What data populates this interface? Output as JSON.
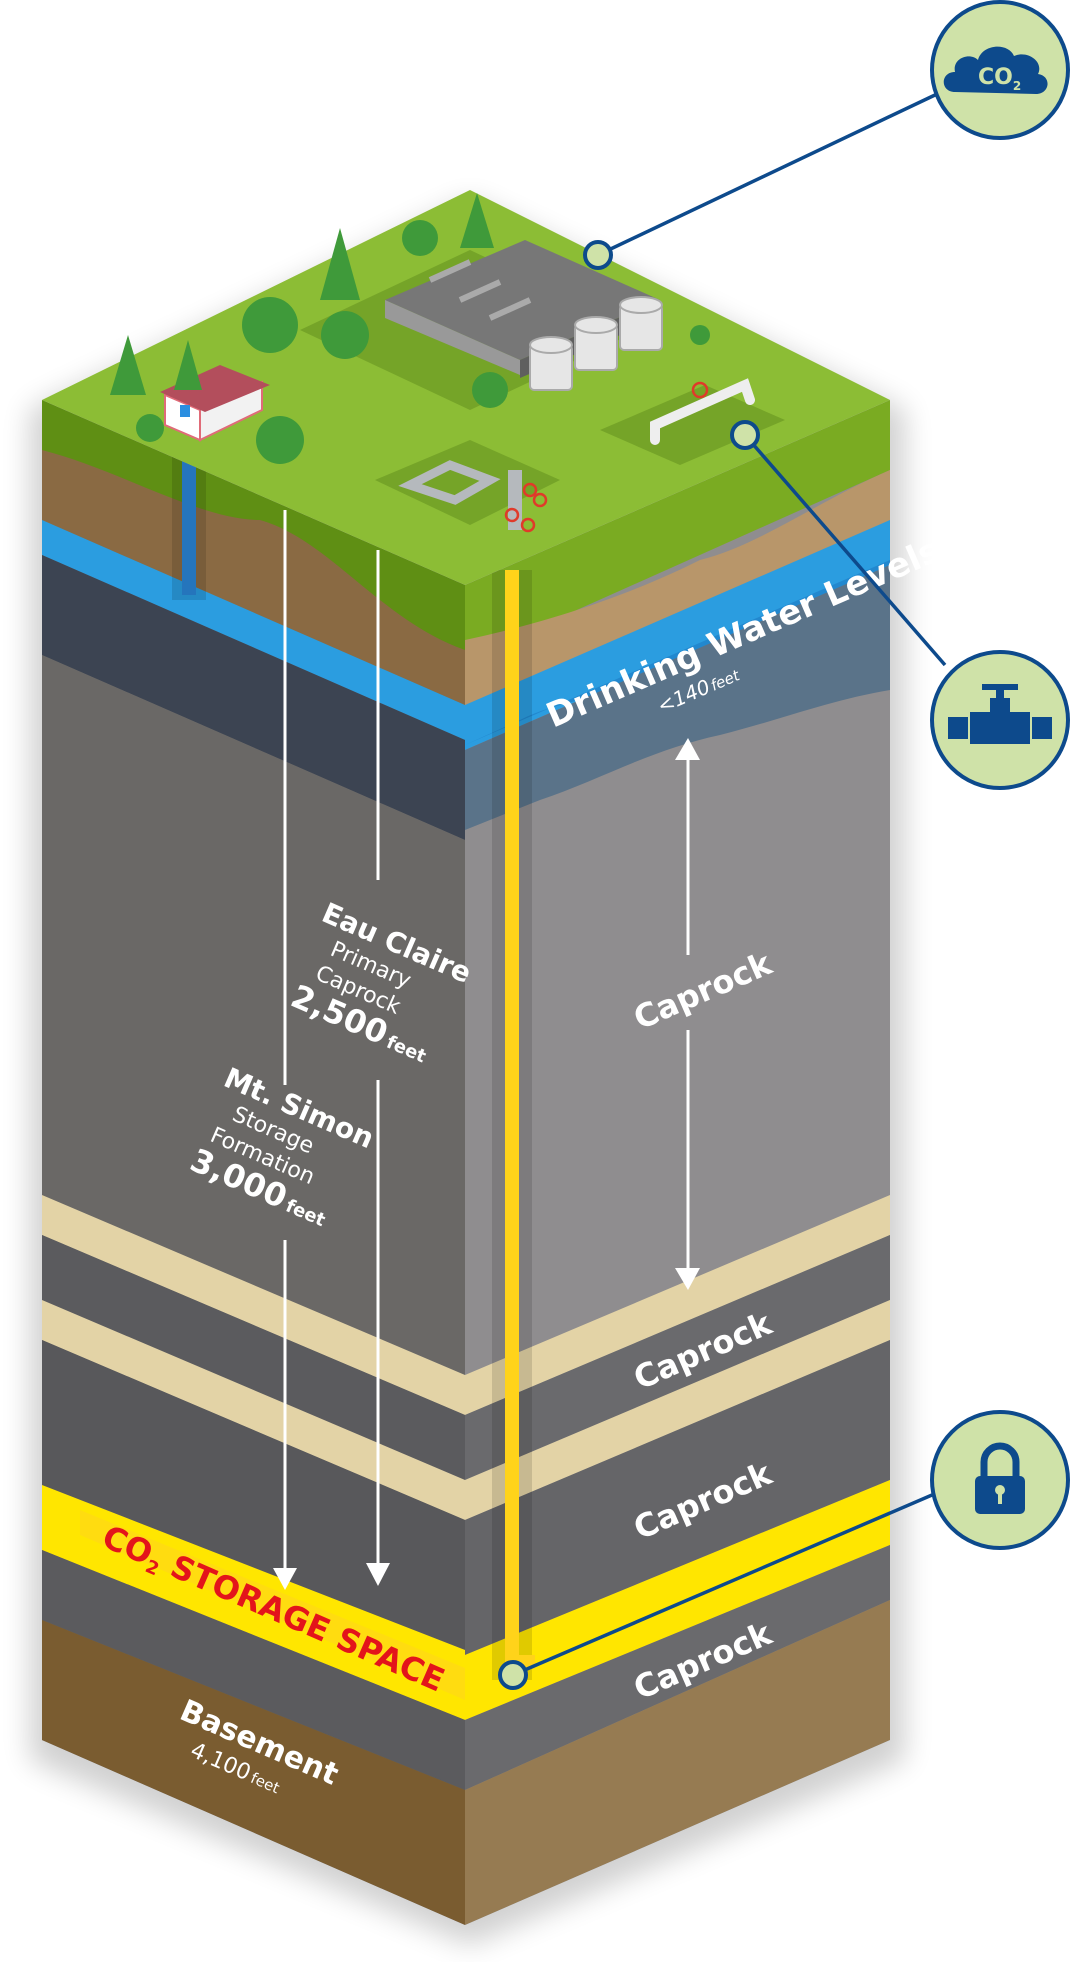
{
  "title": "CO2 Storage Geology Cross-Section",
  "colors": {
    "grass_top": "#8cbd35",
    "grass_side": "#5f8f14",
    "soil": "#8a6a43",
    "soil_right": "#b8966a",
    "water": "#2b9de0",
    "water_dark": "#1f7fc8",
    "dark_shale": "#3c4452",
    "rock_grey": "#6b6b6e",
    "rock_grey_right": "#8f8d8f",
    "sand_band": "#e3d3a6",
    "caprock": "#5b5b5e",
    "co2_band": "#ffe600",
    "basement": "#7a5c30",
    "basement_right": "#967b52",
    "injection_well": "#ffd31a",
    "callout_fill": "#cfe2a8",
    "callout_stroke": "#0d4a8c",
    "label_red": "#e3141b"
  },
  "labels": {
    "drinking_water": {
      "title": "Drinking Water Levels",
      "depth": "<140",
      "unit": "feet"
    },
    "eau_claire": {
      "line1": "Eau Claire",
      "line2": "Primary",
      "line3": "Caprock",
      "depth": "2,500",
      "unit": "feet"
    },
    "mt_simon": {
      "line1": "Mt. Simon",
      "line2": "Storage",
      "line3": "Formation",
      "depth": "3,000",
      "unit": "feet"
    },
    "caprock_main": "Caprock",
    "caprock_1": "Caprock",
    "caprock_2": "Caprock",
    "caprock_3": "Caprock",
    "co2_storage": {
      "prefix": "CO",
      "sub": "2",
      "rest": " STORAGE SPACE"
    },
    "basement": {
      "title": "Basement",
      "depth": "4,100",
      "unit": "feet"
    }
  },
  "callouts": [
    {
      "id": "co2-source",
      "icon": "co2-cloud-icon",
      "icon_text": "CO",
      "icon_sub": "2"
    },
    {
      "id": "pipeline-valve",
      "icon": "pipeline-valve-icon"
    },
    {
      "id": "secure-storage",
      "icon": "padlock-icon"
    }
  ],
  "surface_features": [
    "house",
    "trees",
    "industrial-facility",
    "storage-tanks",
    "injection-wellhead",
    "pipeline-valve"
  ]
}
